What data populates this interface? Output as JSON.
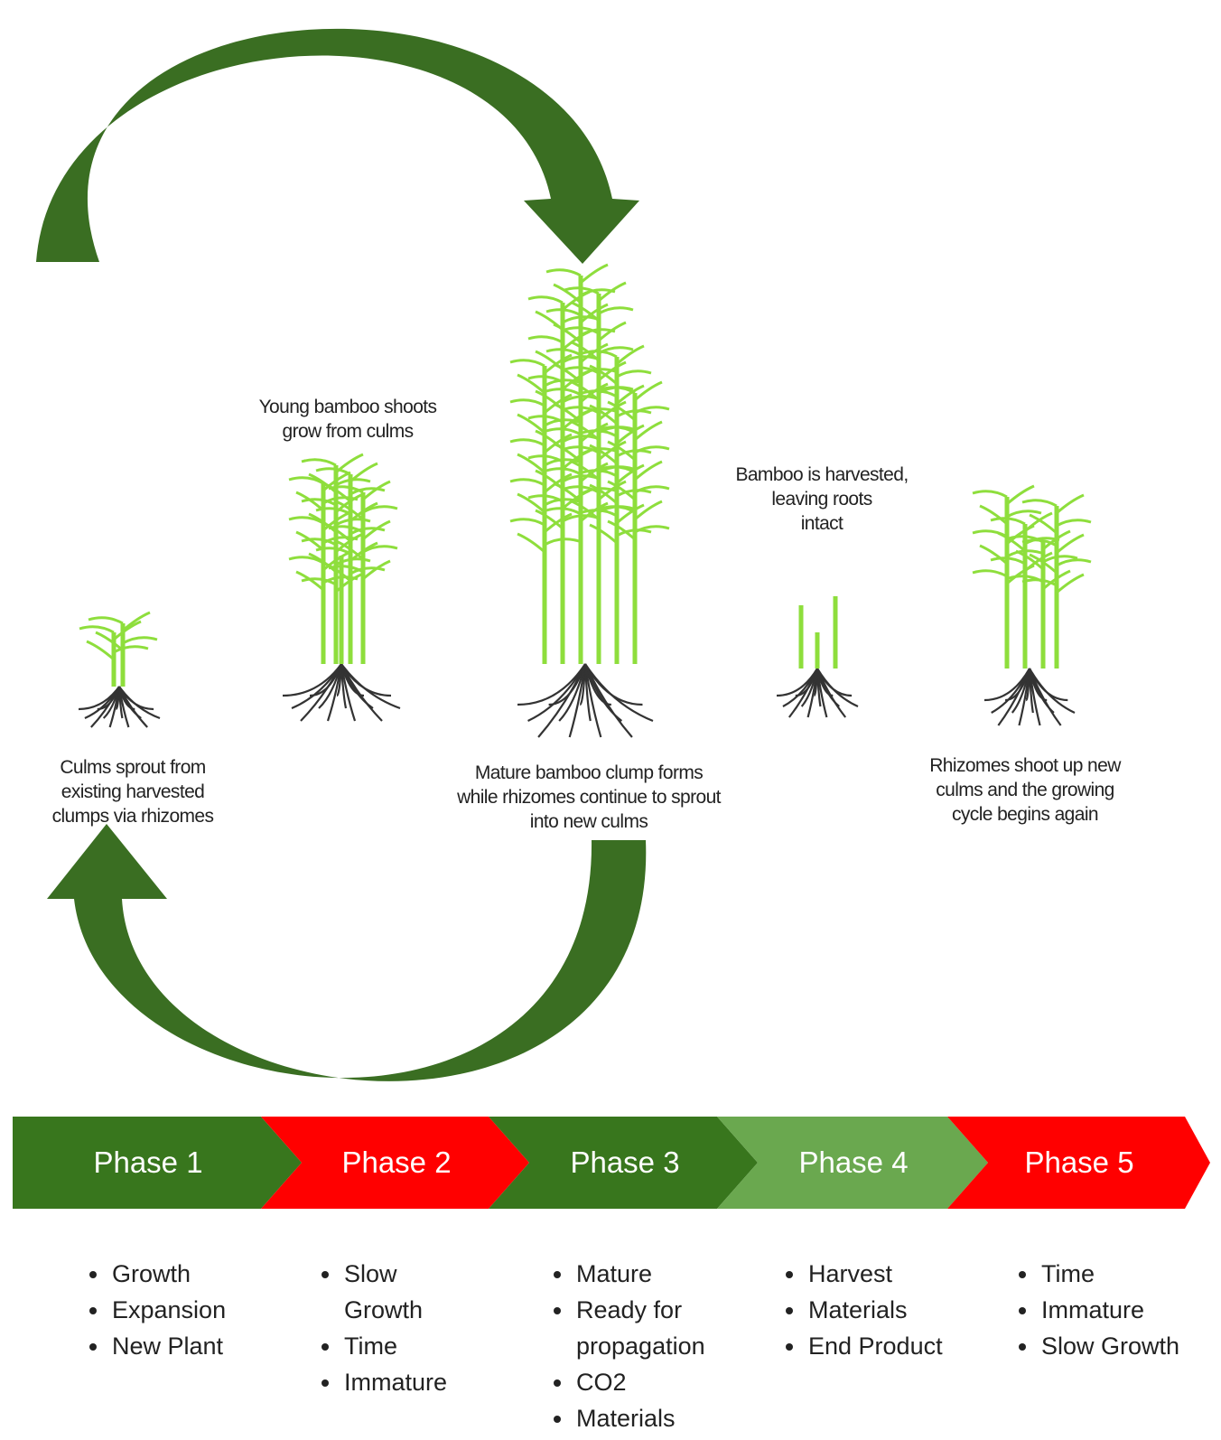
{
  "captions": {
    "sprout": "Culms sprout from\nexisting harvested\nclumps via rhizomes",
    "young": "Young bamboo shoots\ngrow from culms",
    "mature": "Mature bamboo clump forms\nwhile rhizomes continue to sprout\ninto new culms",
    "harvested": "Bamboo is harvested,\nleaving roots\nintact",
    "rhizomes": "Rhizomes shoot up new\nculms and the growing\ncycle begins again"
  },
  "phases": [
    {
      "label": "Phase 1",
      "color": "#38761d",
      "items": [
        "Growth",
        "Expansion",
        "New Plant"
      ]
    },
    {
      "label": "Phase 2",
      "color": "#ff0000",
      "items": [
        "Slow Growth",
        "Time",
        "Immature"
      ]
    },
    {
      "label": "Phase 3",
      "color": "#38761d",
      "items": [
        "Mature",
        "Ready for propagation",
        "CO2",
        "Materials"
      ]
    },
    {
      "label": "Phase 4",
      "color": "#6aa84f",
      "items": [
        "Harvest",
        "Materials",
        "End Product"
      ]
    },
    {
      "label": "Phase 5",
      "color": "#ff0000",
      "items": [
        "Time",
        "Immature",
        "Slow Growth"
      ]
    }
  ],
  "colors": {
    "arrow": "#3a6e22",
    "leaf": "#8ede3c",
    "root": "#333333"
  }
}
